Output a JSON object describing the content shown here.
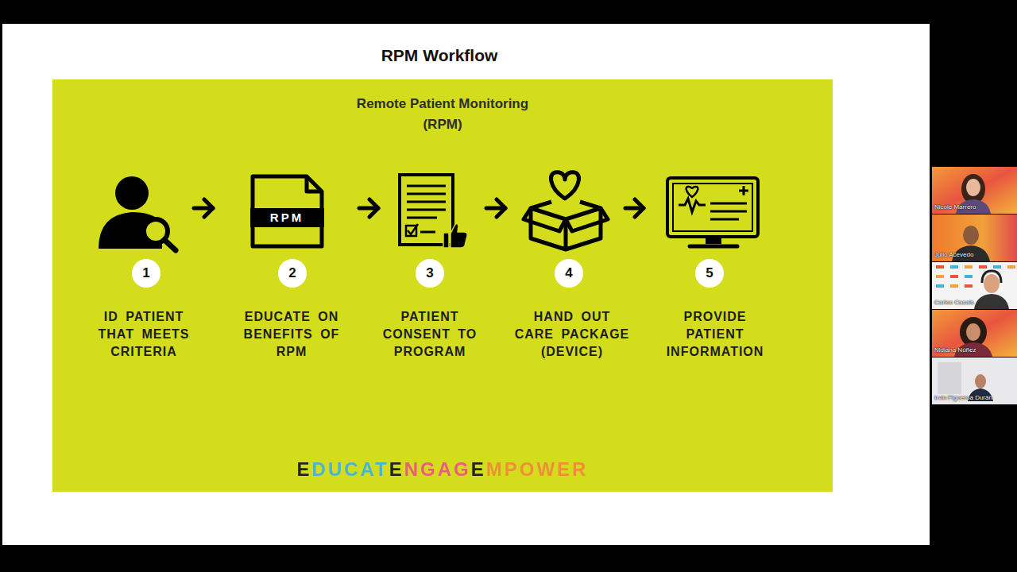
{
  "diagram": {
    "title": "RPM Workflow",
    "nodes": [
      {
        "text": [
          "Remote Patient Monitoring (RPM)",
          "EDUCATENGAGEMPOWER"
        ]
      },
      {
        "text": [
          "1",
          "ID PATIENT THAT MEETS CRITERIA"
        ],
        "in": 0
      },
      {
        "text": [
          "2",
          "EDUCATE ON BENEFITS OF RPM"
        ],
        "in": 0
      },
      {
        "text": [
          "3",
          "PATIENT CONSENT TO PROGRAM"
        ],
        "in": 0
      },
      {
        "text": [
          "4",
          "HAND OUT CARE PACKAGE (DEVICE)"
        ],
        "in": 0
      },
      {
        "text": [
          "5",
          "PROVIDE PATIENT INFORMATION"
        ],
        "in": 0
      }
    ],
    "edges": [
      {
        "from": 1,
        "to": 2,
        "arrow": "to"
      },
      {
        "from": 2,
        "to": 3,
        "arrow": "to"
      },
      {
        "from": 3,
        "to": 4,
        "arrow": "to"
      },
      {
        "from": 4,
        "to": 5,
        "arrow": "to"
      }
    ],
    "labels": [
      "RPM",
      "Nicole Marrero",
      "Julio Acevedo",
      "Carlos Casals",
      "Nidiana Núñez",
      "Irvin Figueroa Durán"
    ]
  }
}
